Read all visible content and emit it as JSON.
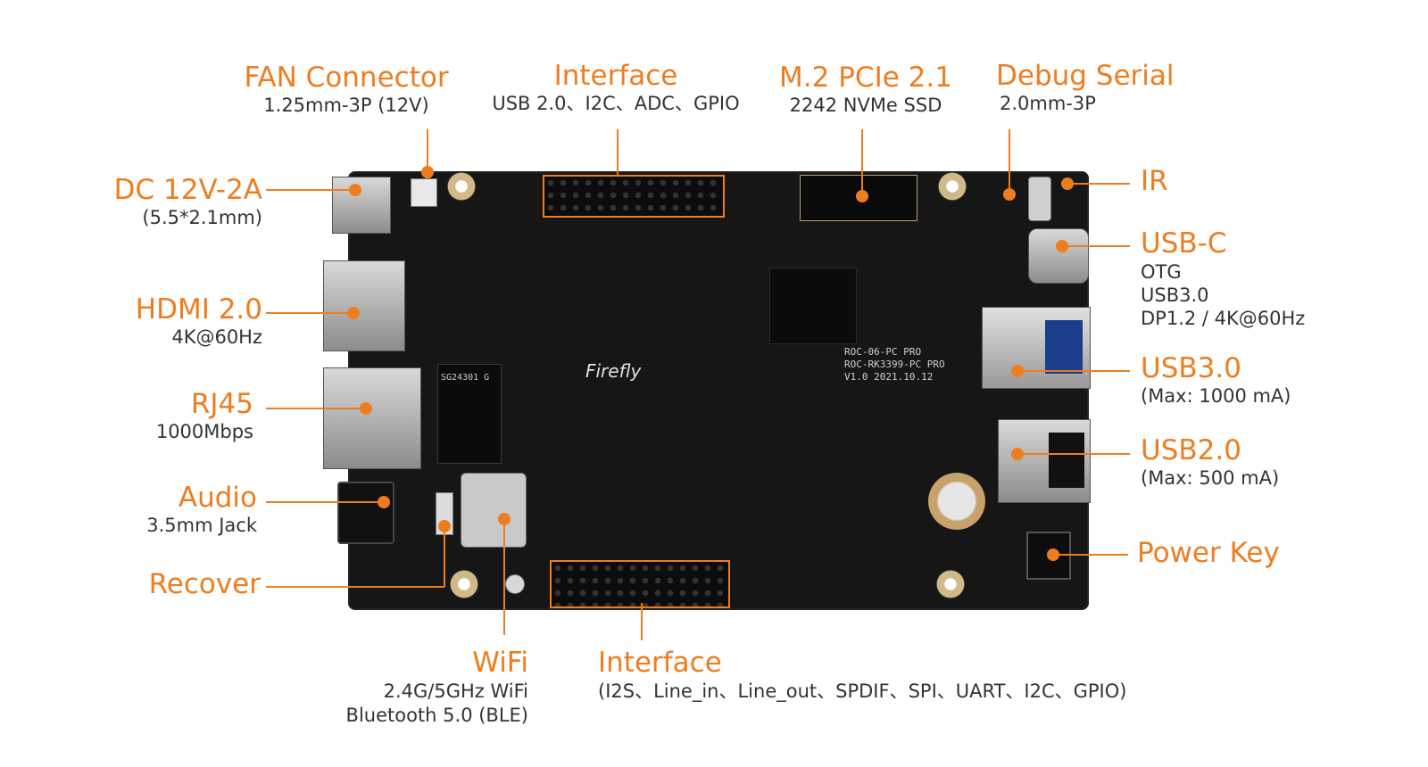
{
  "accent_color": "#ee7d1f",
  "board": {
    "logo": "Firefly",
    "silkscreen": [
      "ROC-06-PC PRO",
      "ROC-RK3399-PC PRO",
      "V1.0  2021.10.12"
    ],
    "module_label": "SG24301 G"
  },
  "callouts": {
    "fan": {
      "title": "FAN Connector",
      "sub": "1.25mm-3P (12V)"
    },
    "interface_top": {
      "title": "Interface",
      "sub": "USB 2.0、I2C、ADC、GPIO"
    },
    "m2": {
      "title": "M.2 PCIe 2.1",
      "sub": "2242 NVMe  SSD"
    },
    "debug": {
      "title": "Debug Serial",
      "sub": "2.0mm-3P"
    },
    "dc": {
      "title": "DC 12V-2A",
      "sub": "(5.5*2.1mm)"
    },
    "hdmi": {
      "title": "HDMI 2.0",
      "sub": "4K@60Hz"
    },
    "rj45": {
      "title": "RJ45",
      "sub": "1000Mbps"
    },
    "audio": {
      "title": "Audio",
      "sub": "3.5mm Jack"
    },
    "recover": {
      "title": "Recover"
    },
    "ir": {
      "title": "IR"
    },
    "usbc": {
      "title": "USB-C",
      "lines": [
        "OTG",
        "USB3.0",
        "DP1.2 / 4K@60Hz"
      ]
    },
    "usb3": {
      "title": "USB3.0",
      "sub": "(Max: 1000 mA)"
    },
    "usb2": {
      "title": "USB2.0",
      "sub": "(Max: 500 mA)"
    },
    "power": {
      "title": "Power Key"
    },
    "wifi": {
      "title": "WiFi",
      "lines": [
        "2.4G/5GHz WiFi",
        "Bluetooth 5.0 (BLE)"
      ]
    },
    "interface_bottom": {
      "title": "Interface",
      "sub": "(I2S、Line_in、Line_out、SPDIF、SPI、UART、I2C、GPIO)"
    }
  }
}
